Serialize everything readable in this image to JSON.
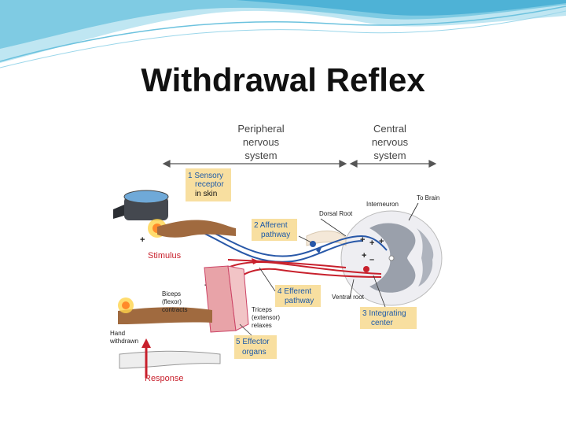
{
  "slide": {
    "title": "Withdrawal Reflex"
  },
  "diagram": {
    "peripheral_label": [
      "Peripheral",
      "nervous",
      "system"
    ],
    "central_label": [
      "Central",
      "nervous",
      "system"
    ],
    "steps": {
      "sensory_receptor": [
        "1 Sensory",
        "receptor",
        "in skin"
      ],
      "afferent_pathway": [
        "2 Afferent",
        "pathway"
      ],
      "integrating_center": [
        "3 Integrating",
        "center"
      ],
      "efferent_pathway": [
        "4 Efferent",
        "pathway"
      ],
      "effector_organs": [
        "5 Effector",
        "organs"
      ]
    },
    "labels": {
      "interneuron": "Interneuron",
      "to_brain": "To Brain",
      "dorsal_root": "Dorsal Root",
      "ventral_root": "Ventral root",
      "stimulus": "Stimulus",
      "response": "Response",
      "biceps": [
        "Biceps",
        "(flexor)",
        "contracts"
      ],
      "triceps": [
        "Triceps",
        "(extensor)",
        "relaxes"
      ],
      "hand_withdrawn": [
        "Hand",
        "withdrawn"
      ],
      "plus": "+",
      "minus": "–"
    },
    "colors": {
      "step_box": "#f8dfa0",
      "step_text": "#1e5aa8",
      "stimulus_text": "#c8202c",
      "afferent_nerve": "#2858a8",
      "efferent_nerve": "#c8202c",
      "spinal_cord": "#e8e8ec"
    }
  }
}
